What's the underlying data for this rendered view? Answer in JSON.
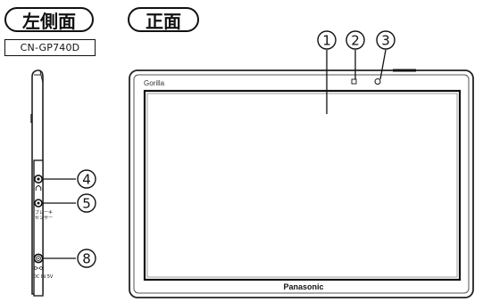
{
  "tabs": {
    "side": "左側面",
    "front": "正面"
  },
  "model": "CN-GP740D",
  "device": {
    "brand": "Gorilla",
    "maker": "Panasonic"
  },
  "callouts": {
    "c1": "1",
    "c2": "2",
    "c3": "3",
    "c4": "4",
    "c5": "5",
    "c8": "8"
  },
  "port_labels": {
    "brake_line1": "ブレーキ",
    "brake_line2": "センサー",
    "dc_line2": "DC IN 5V"
  }
}
